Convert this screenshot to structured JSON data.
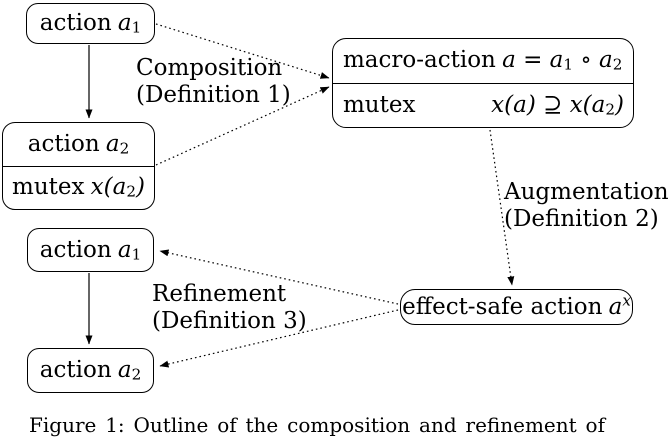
{
  "nodes": {
    "action_a1_top": {
      "name": "action",
      "var": "a",
      "sub": "1"
    },
    "action_a2_mutex": {
      "row1_name": "action",
      "row1_var": "a",
      "row1_sub": "2",
      "row2_name": "mutex",
      "row2_math": "x(a",
      "row2_sub": "2",
      "row2_close": ")"
    },
    "macro_action": {
      "row1_name": "macro-action",
      "row1_math_a": "a = a",
      "row1_sub1": "1",
      "row1_math_b": " ∘ a",
      "row1_sub2": "2",
      "row2_name": "mutex",
      "row2_math": "x(a) ⊇ x(a",
      "row2_sub": "2",
      "row2_close": ")"
    },
    "effect_safe": {
      "name": "effect-safe action",
      "var": "a",
      "sup": "x"
    },
    "action_a1_bottom": {
      "name": "action",
      "var": "a",
      "sub": "1"
    },
    "action_a2_bottom": {
      "name": "action",
      "var": "a",
      "sub": "2"
    }
  },
  "edge_labels": {
    "composition": {
      "line1": "Composition",
      "line2": "(Definition 1)"
    },
    "augmentation": {
      "line1": "Augmentation",
      "line2": "(Definition 2)"
    },
    "refinement": {
      "line1": "Refinement",
      "line2": "(Definition 3)"
    }
  },
  "caption": {
    "text": "Figure 1: Outline of the composition and refinement of"
  },
  "colors": {
    "ink": "#000000",
    "background": "#ffffff"
  }
}
